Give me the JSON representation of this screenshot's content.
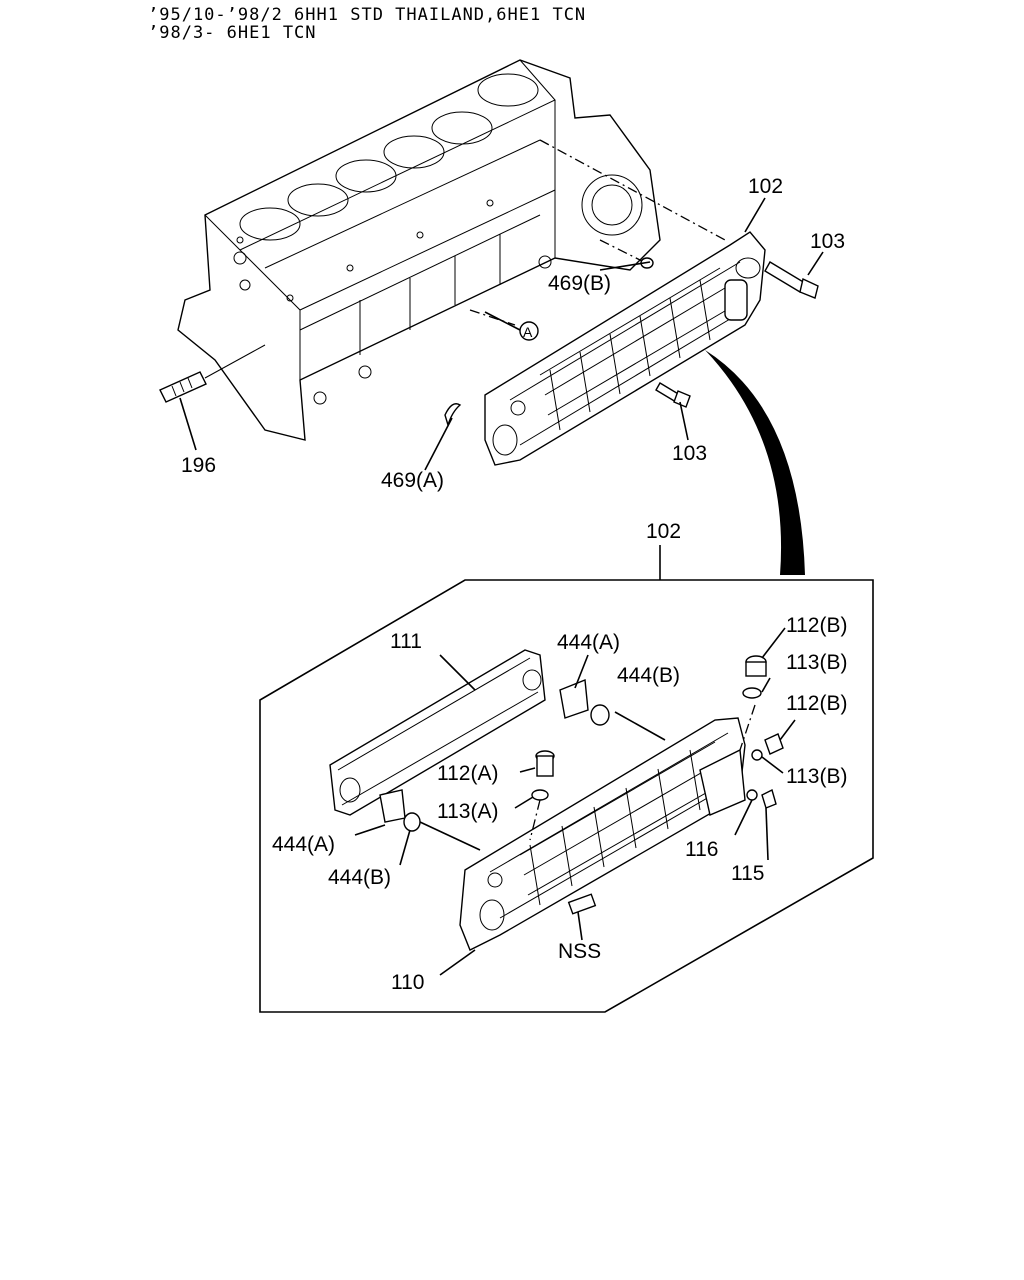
{
  "header": {
    "line1": "’95/10-’98/2 6HH1 STD THAILAND,6HE1 TCN",
    "line2": "’98/3- 6HE1 TCN"
  },
  "callouts": {
    "c102_top": "102",
    "c103_right": "103",
    "c469b": "469(B)",
    "c_ref_a": "A",
    "c103_bottom": "103",
    "c196": "196",
    "c469a": "469(A)",
    "c102_detail": "102",
    "c111": "111",
    "c444a_top": "444(A)",
    "c444b_top": "444(B)",
    "c112b_1": "112(B)",
    "c113b_1": "113(B)",
    "c112b_2": "112(B)",
    "c113b_2": "113(B)",
    "c112a": "112(A)",
    "c113a": "113(A)",
    "c444a_bot": "444(A)",
    "c444b_bot": "444(B)",
    "c116": "116",
    "c115": "115",
    "c110": "110",
    "cnss": "NSS"
  }
}
